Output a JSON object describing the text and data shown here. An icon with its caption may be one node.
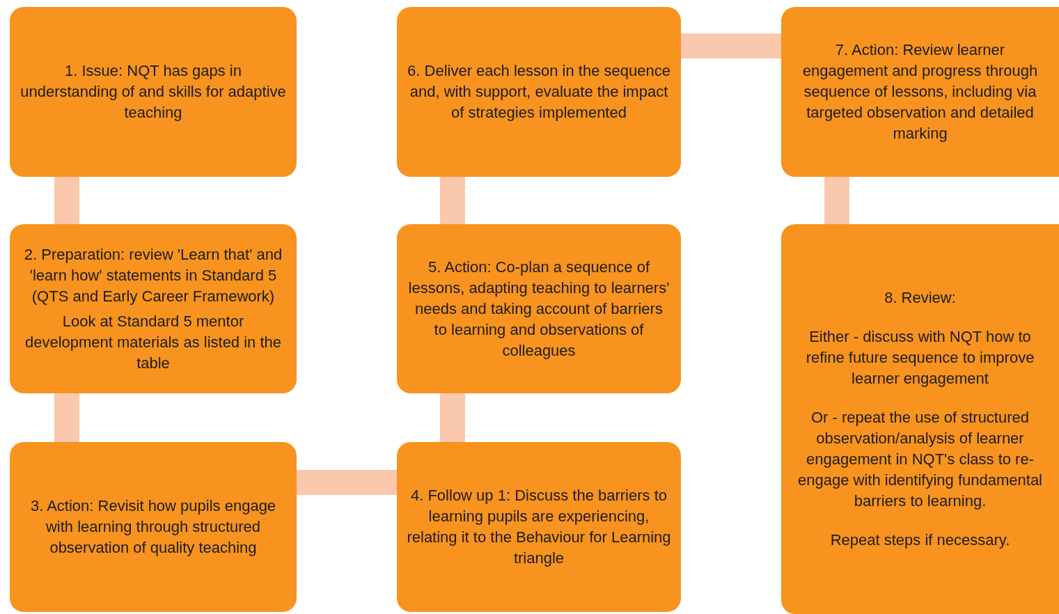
{
  "diagram": {
    "nodes": [
      {
        "text": [
          "1. Issue: NQT has gaps in understanding of and skills for adaptive teaching"
        ]
      },
      {
        "text": [
          "2. Preparation: review 'Learn that' and 'learn how' statements in Standard 5 (QTS and Early Career Framework)",
          "Look at Standard 5 mentor development materials as listed in the table"
        ]
      },
      {
        "text": [
          "3. Action: Revisit how pupils engage with learning through structured observation of quality teaching"
        ]
      },
      {
        "text": [
          "4. Follow up 1: Discuss the barriers to learning pupils are experiencing, relating it to the Behaviour for Learning triangle"
        ]
      },
      {
        "text": [
          "5. Action: Co-plan a sequence of lessons, adapting teaching to learners' needs and taking account of barriers to learning and observations of colleagues"
        ]
      },
      {
        "text": [
          "6. Deliver each lesson in the sequence and, with support, evaluate the impact of strategies implemented"
        ]
      },
      {
        "text": [
          "7. Action: Review learner engagement and progress through sequence of lessons, including via targeted observation and detailed marking"
        ]
      },
      {
        "text": [
          "8. Review:",
          "Either - discuss with NQT how to refine future sequence to improve learner engagement",
          "Or - repeat the use of structured observation/analysis of learner engagement in NQT's class to re-engage with identifying fundamental barriers to learning.",
          "Repeat steps if necessary."
        ]
      }
    ],
    "edges": [
      {
        "from": 0,
        "to": 1,
        "arrow": "none"
      },
      {
        "from": 1,
        "to": 2,
        "arrow": "none"
      },
      {
        "from": 2,
        "to": 3,
        "arrow": "none"
      },
      {
        "from": 3,
        "to": 4,
        "arrow": "none"
      },
      {
        "from": 4,
        "to": 5,
        "arrow": "none"
      },
      {
        "from": 5,
        "to": 6,
        "arrow": "none"
      },
      {
        "from": 6,
        "to": 7,
        "arrow": "none"
      }
    ]
  }
}
